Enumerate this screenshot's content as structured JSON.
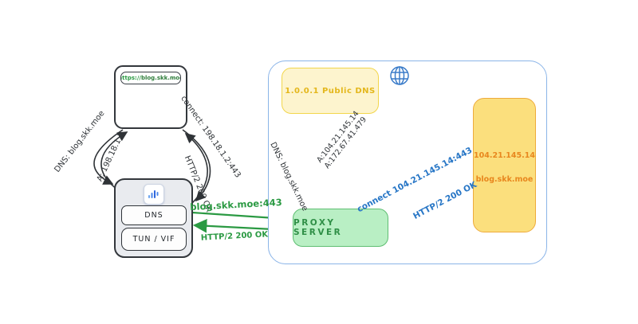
{
  "browser": {
    "url_scheme": "https://",
    "url_host": "blog.skk.moe"
  },
  "client": {
    "app_icon": "surge-app-icon",
    "modules": [
      {
        "label": "DNS"
      },
      {
        "label": "TUN / VIF"
      }
    ]
  },
  "left_flow": {
    "dns_query": "DNS: blog.skk.moe",
    "dns_answer": "A: 198.18.1.2",
    "connect": "connect: 198.18.1.2:443",
    "response": "HTTP/2 200 OK"
  },
  "tunnel": {
    "request": "blog.skk.moe:443",
    "response": "HTTP/2 200 OK"
  },
  "remote": {
    "public_dns_label": "1.0.0.1 Public DNS",
    "proxy_label": "PROXY SERVER",
    "dns_query": "DNS: blog.skk.moe",
    "dns_answer_1": "A:104.21.145.14",
    "dns_answer_2": "A:172.67.41.479",
    "connect": "connect 104.21.145.14:443",
    "response": "HTTP/2 200 OK",
    "origin_ip": "104.21.145.14",
    "origin_host": "blog.skk.moe"
  },
  "colors": {
    "arrow_black": "#2f3337",
    "arrow_green": "#2b9a43",
    "arrow_blue": "#2776c6",
    "cloud_border": "#8ab4e8",
    "yellow_box_text": "#e4b71c",
    "orange_box_text": "#e8871e",
    "proxy_text": "#2f8f46"
  }
}
